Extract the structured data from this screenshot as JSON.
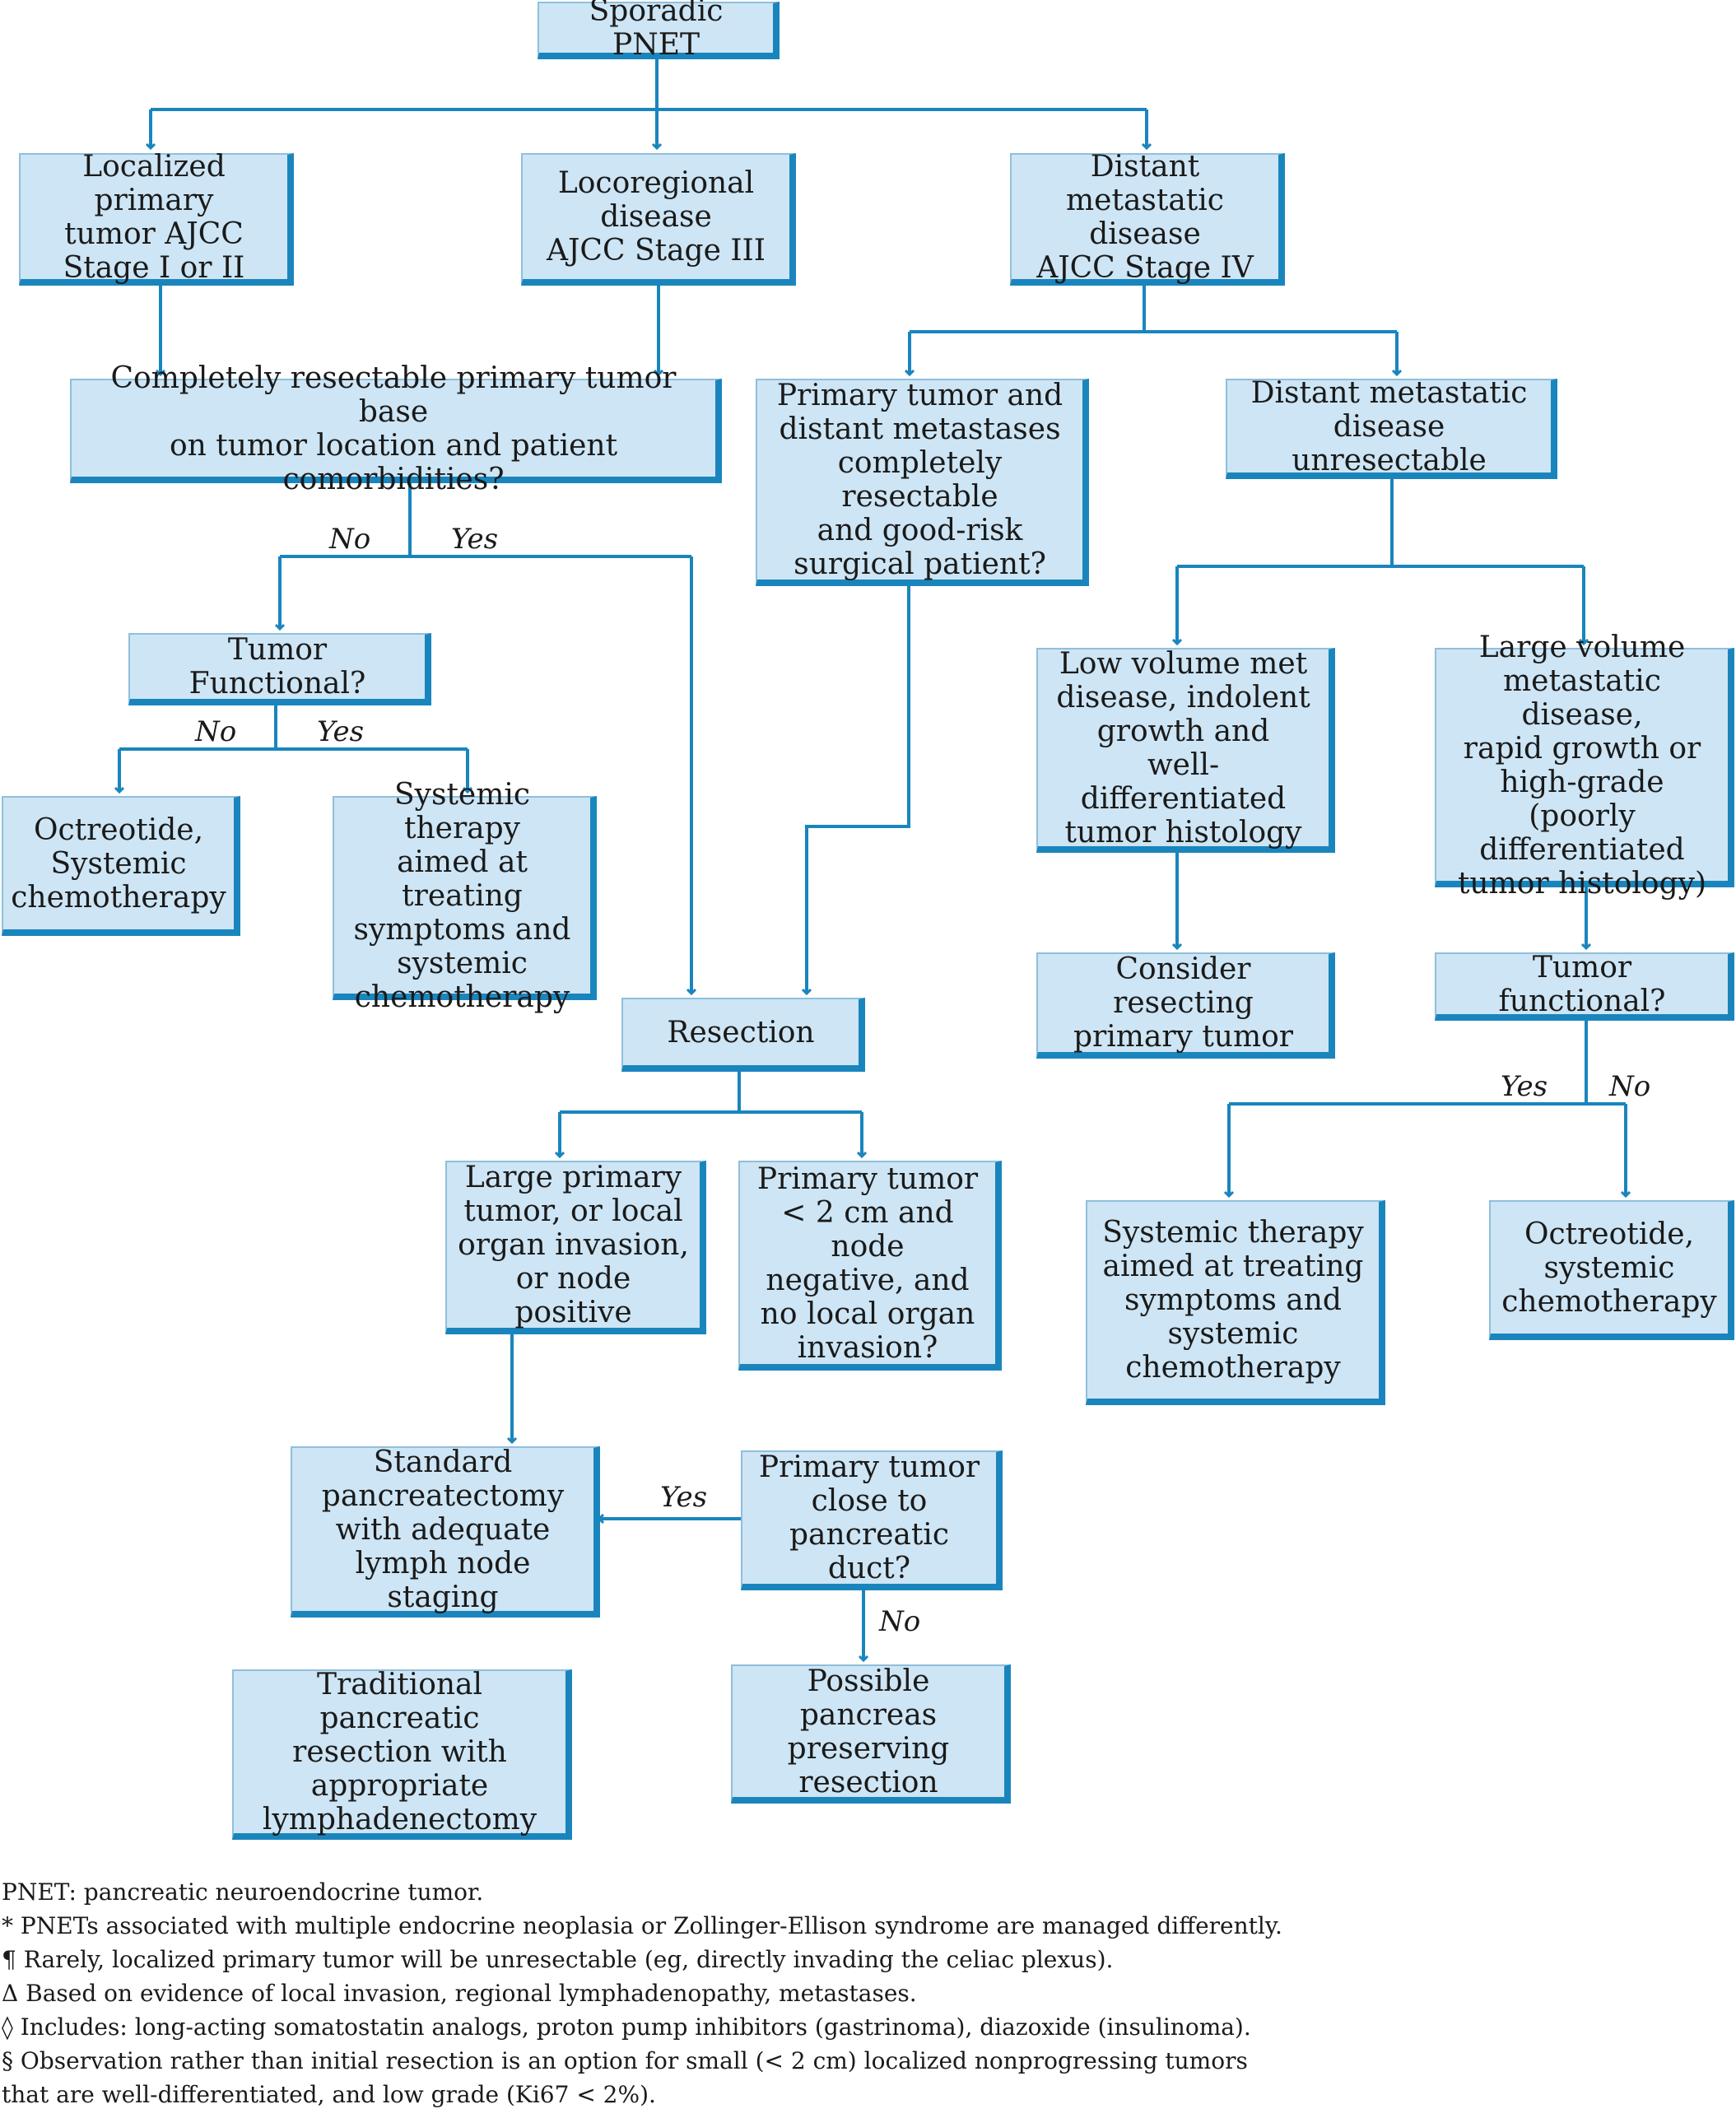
{
  "colors": {
    "box_fill": "#cde5f4",
    "box_shadow": "#1a85bd",
    "connector": "#1a85bd",
    "text": "#1a1a1a"
  },
  "boxes": {
    "root": "Sporadic PNET",
    "localized": "Localized primary\ntumor AJCC\nStage I or II",
    "locoregional": "Locoregional\ndisease\nAJCC Stage III",
    "distant": "Distant metastatic\ndisease\nAJCC Stage IV",
    "resectable_q": "Completely resectable primary tumor base\non tumor location and patient comorbidities?",
    "primary_distant_q": "Primary tumor and\ndistant metastases\ncompletely resectable\nand good-risk\nsurgical patient?",
    "unresectable": "Distant metastatic\ndisease unresectable",
    "functional_q": "Tumor Functional?",
    "octreotide_left": "Octreotide,\nSystemic\nchemotherapy",
    "systemic_left": "Systemic therapy\naimed at treating\nsymptoms and\nsystemic\nchemotherapy",
    "low_volume": "Low volume met\ndisease, indolent\ngrowth and\nwell-differentiated\ntumor histology",
    "large_volume": "Large volume\nmetastatic disease,\nrapid growth or\nhigh-grade (poorly\ndifferentiated\ntumor histology)",
    "consider": "Consider resecting\nprimary tumor",
    "functional_q2": "Tumor functional?",
    "resection": "Resection",
    "large_primary": "Large primary\ntumor, or local\norgan invasion,\nor node positive",
    "small_primary": "Primary tumor\n< 2 cm and node\nnegative, and\nno local organ\ninvasion?",
    "systemic_right": "Systemic therapy\naimed at treating\nsymptoms and\nsystemic\nchemotherapy",
    "octreotide_right": "Octreotide,\nsystemic\nchemotherapy",
    "standard": "Standard\npancreatectomy\nwith adequate\nlymph node staging",
    "close_duct_q": "Primary tumor\nclose to\npancreatic duct?",
    "traditional": "Traditional pancreatic\nresection with\nappropriate\nlymphadenectomy",
    "preserving": "Possible pancreas\npreserving\nresection"
  },
  "labels": {
    "no1": "No",
    "yes1": "Yes",
    "no2": "No",
    "yes2": "Yes",
    "yes3": "Yes",
    "no3": "No",
    "yes4": "Yes",
    "no4": "No"
  },
  "footnotes": [
    "PNET: pancreatic neuroendocrine tumor.",
    "* PNETs associated with multiple endocrine neoplasia or Zollinger-Ellison syndrome are managed differently.",
    "¶ Rarely, localized primary tumor will be unresectable (eg, directly invading the celiac plexus).",
    "Δ Based on evidence of local invasion, regional lymphadenopathy, metastases.",
    "◊ Includes: long-acting somatostatin analogs, proton pump inhibitors (gastrinoma), diazoxide (insulinoma).",
    "§ Observation rather than initial resection is an option for small (< 2 cm) localized nonprogressing tumors\nthat are well-differentiated, and low grade (Ki67 < 2%)."
  ]
}
